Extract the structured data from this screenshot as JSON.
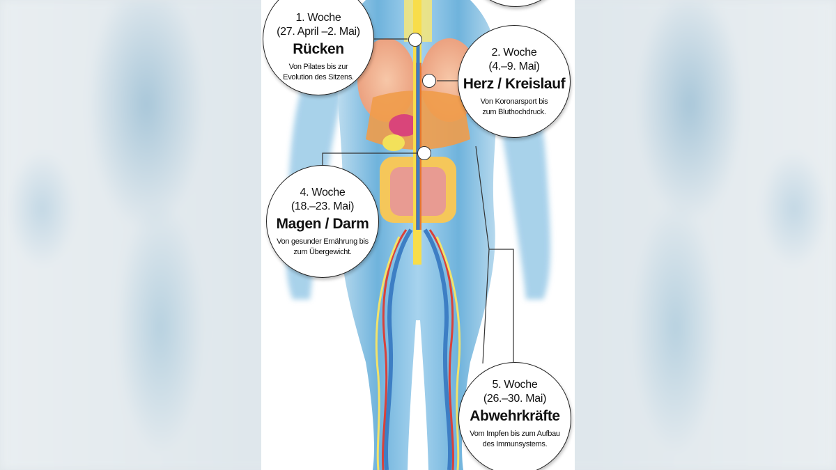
{
  "colors": {
    "body_blue": "#6fb3dc",
    "body_light": "#bfe0f2",
    "vein_blue": "#3d7ec4",
    "artery_red": "#d9413a",
    "nerve_yellow": "#f3e36a",
    "organ_orange": "#f0a04a",
    "intestine_yellow": "#f5c75a",
    "circle_border": "#222222"
  },
  "topics": [
    {
      "week": "1. Woche",
      "dates": "(27. April –2. Mai)",
      "topic": "Rücken",
      "description_line1": "Von Pilates bis zur",
      "description_line2": "Evolution des Sitzens."
    },
    {
      "week": "2. Woche",
      "dates": "(4.–9. Mai)",
      "topic": "Herz / Kreislauf",
      "description_line1": "Von Koronarsport bis",
      "description_line2": "zum Bluthochdruck."
    },
    {
      "week": "4. Woche",
      "dates": "(18.–23. Mai)",
      "topic": "Magen / Darm",
      "description_line1": "Von gesunder Ernährung bis",
      "description_line2": "zum Übergewicht."
    },
    {
      "week": "5. Woche",
      "dates": "(26.–30. Mai)",
      "topic": "Abwehrkräfte",
      "description_line1": "Vom Impfen bis zum Aufbau",
      "description_line2": "des Immunsystems."
    }
  ]
}
